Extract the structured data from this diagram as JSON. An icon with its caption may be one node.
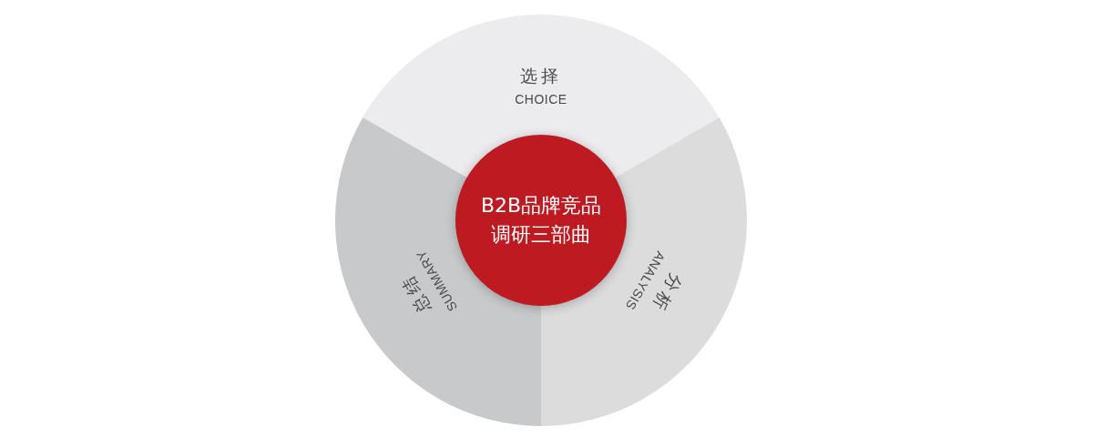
{
  "diagram": {
    "nodes": [
      {
        "text": [
          "选择",
          "CHOICE"
        ]
      },
      {
        "text": [
          "分析",
          "ANALYSIS"
        ]
      },
      {
        "text": [
          "总结",
          "SUMMARY"
        ]
      },
      {
        "text": [
          "B2B品牌竞品调研三部曲"
        ]
      }
    ]
  }
}
